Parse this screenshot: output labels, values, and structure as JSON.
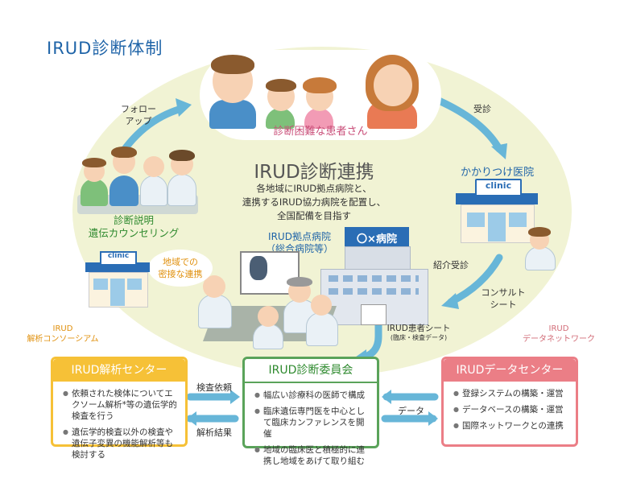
{
  "title": "IRUD診断体制",
  "center": {
    "title": "IRUD診断連携",
    "lines": [
      "各地域にIRUD拠点病院と、",
      "連携するIRUD協力病院を配置し、",
      "全国配備を目指す"
    ]
  },
  "patients_label": "診断困難な患者さん",
  "labels": {
    "follow_up": [
      "フォロー",
      "アップ"
    ],
    "visit": "受診",
    "clinic_family": "かかりつけ医院",
    "referral": "紹介受診",
    "consult": [
      "コンサルト",
      "シート"
    ],
    "hub_hospital": [
      "IRUD拠点病院",
      "（総合病院等）"
    ],
    "hospital_sign": "〇×病院",
    "explanation": [
      "診断説明",
      "遺伝カウンセリング"
    ],
    "regional": [
      "地域での",
      "密接な連携"
    ],
    "patient_sheet": "IRUD患者シート",
    "patient_sheet_sub": "(臨床・検査データ)",
    "consortium": [
      "IRUD",
      "解析コンソーシアム"
    ],
    "network": [
      "IRUD",
      "データネットワーク"
    ],
    "test_request": "検査依頼",
    "analysis_result": "解析結果",
    "data": "データ",
    "clinic_sign": "clinic"
  },
  "analysis_center": {
    "title": "IRUD解析センター",
    "items": [
      "依頼された検体についてエクソーム解析*等の遺伝学的検査を行う",
      "遺伝学的検査以外の検査や遺伝子変異の機能解析等も検討する"
    ]
  },
  "committee": {
    "title": "IRUD診断委員会",
    "items": [
      "幅広い診療科の医師で構成",
      "臨床遺伝専門医を中心として臨床カンファレンスを開催",
      "地域の臨床医と積極的に連携し地域をあげて取り組む"
    ]
  },
  "data_center": {
    "title": "IRUDデータセンター",
    "items": [
      "登録システムの構築・運営",
      "データベースの構築・運営",
      "国際ネットワークとの連携"
    ]
  },
  "colors": {
    "arrow": "#67b6d8",
    "analysis": "#f6c137",
    "committee": "#5aa35a",
    "data": "#eb7e86",
    "title_blue": "#1f64a8"
  }
}
